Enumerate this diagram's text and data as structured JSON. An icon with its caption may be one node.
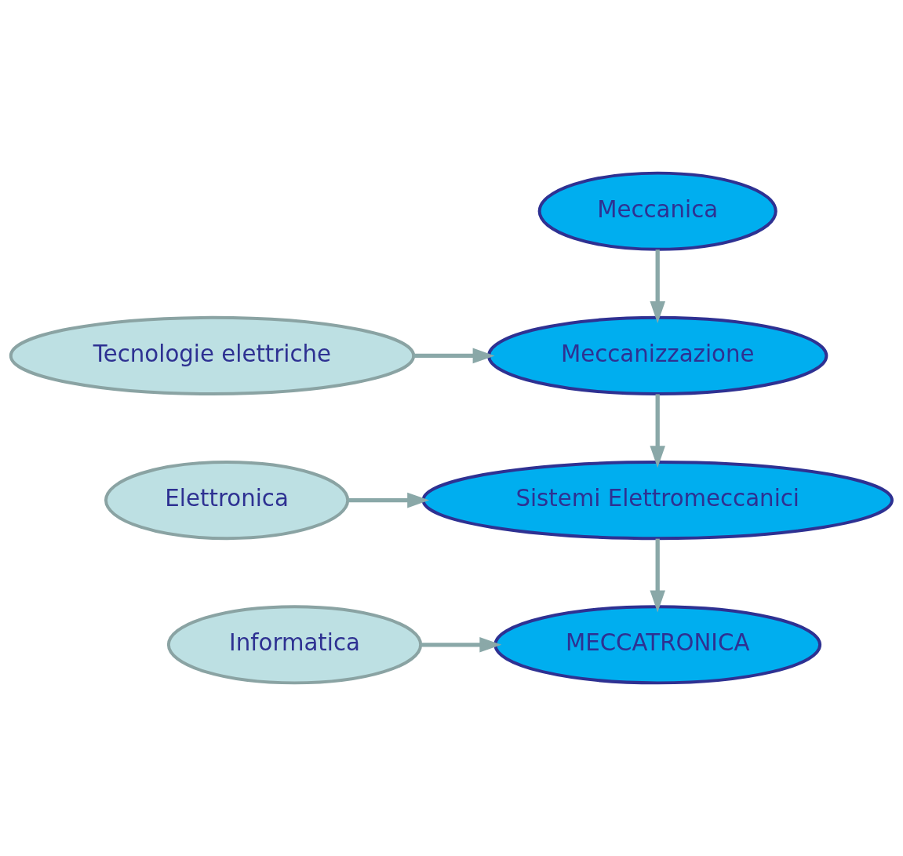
{
  "diagram": {
    "nodes": [
      {
        "text": [
          "Meccanica"
        ]
      },
      {
        "text": [
          "Tecnologie elettriche"
        ]
      },
      {
        "text": [
          "Meccanizzazione"
        ]
      },
      {
        "text": [
          "Elettronica"
        ]
      },
      {
        "text": [
          "Sistemi Elettromeccanici"
        ]
      },
      {
        "text": [
          "Informatica"
        ]
      },
      {
        "text": [
          "MECCATRONICA"
        ]
      }
    ],
    "edges": [
      {
        "from": 0,
        "to": 2,
        "arrow": "to"
      },
      {
        "from": 1,
        "to": 2,
        "arrow": "to"
      },
      {
        "from": 2,
        "to": 4,
        "arrow": "to"
      },
      {
        "from": 3,
        "to": 4,
        "arrow": "to"
      },
      {
        "from": 4,
        "to": 6,
        "arrow": "to"
      },
      {
        "from": 5,
        "to": 6,
        "arrow": "to"
      }
    ]
  }
}
